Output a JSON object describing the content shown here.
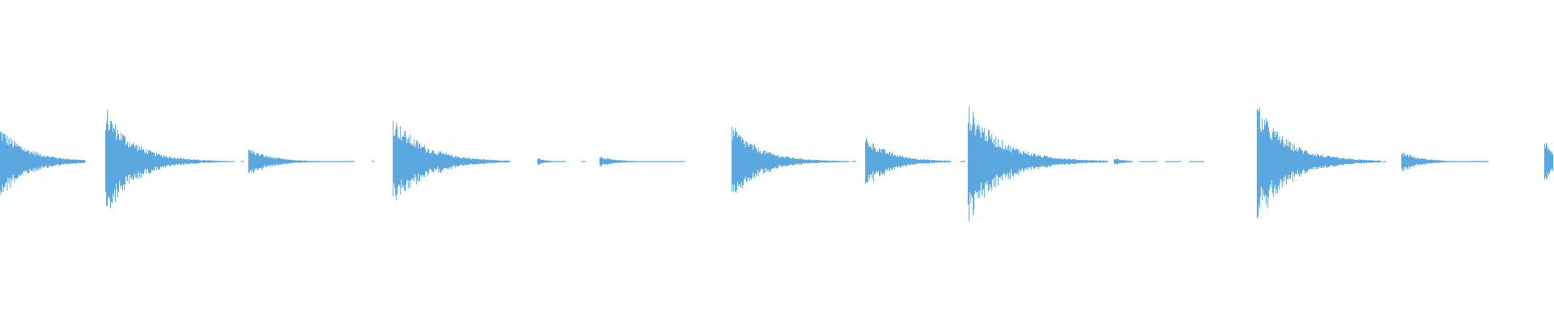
{
  "waveform": {
    "color": "#5BA8E0",
    "background": "#ffffff",
    "duration_fraction_unit": "fraction_of_timeline",
    "hits": [
      {
        "t": 0.0,
        "amp": 0.62,
        "decay": 0.018,
        "tail": 0.055
      },
      {
        "t": 0.068,
        "amp": 0.95,
        "decay": 0.018,
        "tail": 0.08
      },
      {
        "t": 0.16,
        "amp": 0.25,
        "decay": 0.014,
        "tail": 0.068
      },
      {
        "t": 0.253,
        "amp": 0.8,
        "decay": 0.02,
        "tail": 0.075
      },
      {
        "t": 0.346,
        "amp": 0.06,
        "decay": 0.006,
        "tail": 0.018
      },
      {
        "t": 0.386,
        "amp": 0.1,
        "decay": 0.01,
        "tail": 0.055
      },
      {
        "t": 0.471,
        "amp": 0.65,
        "decay": 0.018,
        "tail": 0.075
      },
      {
        "t": 0.557,
        "amp": 0.45,
        "decay": 0.016,
        "tail": 0.055
      },
      {
        "t": 0.623,
        "amp": 1.0,
        "decay": 0.022,
        "tail": 0.09
      },
      {
        "t": 0.717,
        "amp": 0.06,
        "decay": 0.008,
        "tail": 0.012
      },
      {
        "t": 0.809,
        "amp": 1.0,
        "decay": 0.02,
        "tail": 0.08
      },
      {
        "t": 0.902,
        "amp": 0.18,
        "decay": 0.012,
        "tail": 0.055
      },
      {
        "t": 0.994,
        "amp": 0.38,
        "decay": 0.006,
        "tail": 0.006
      }
    ],
    "dash_segments": [
      [
        0.106,
        0.108
      ],
      [
        0.148,
        0.151
      ],
      [
        0.155,
        0.157
      ],
      [
        0.222,
        0.225
      ],
      [
        0.239,
        0.241
      ],
      [
        0.261,
        0.265
      ],
      [
        0.35,
        0.353
      ],
      [
        0.362,
        0.364
      ],
      [
        0.374,
        0.377
      ],
      [
        0.548,
        0.551
      ],
      [
        0.618,
        0.621
      ],
      [
        0.686,
        0.702
      ],
      [
        0.733,
        0.745
      ],
      [
        0.75,
        0.76
      ],
      [
        0.765,
        0.775
      ],
      [
        0.873,
        0.876
      ],
      [
        0.89,
        0.892
      ],
      [
        0.946,
        0.958
      ]
    ]
  }
}
